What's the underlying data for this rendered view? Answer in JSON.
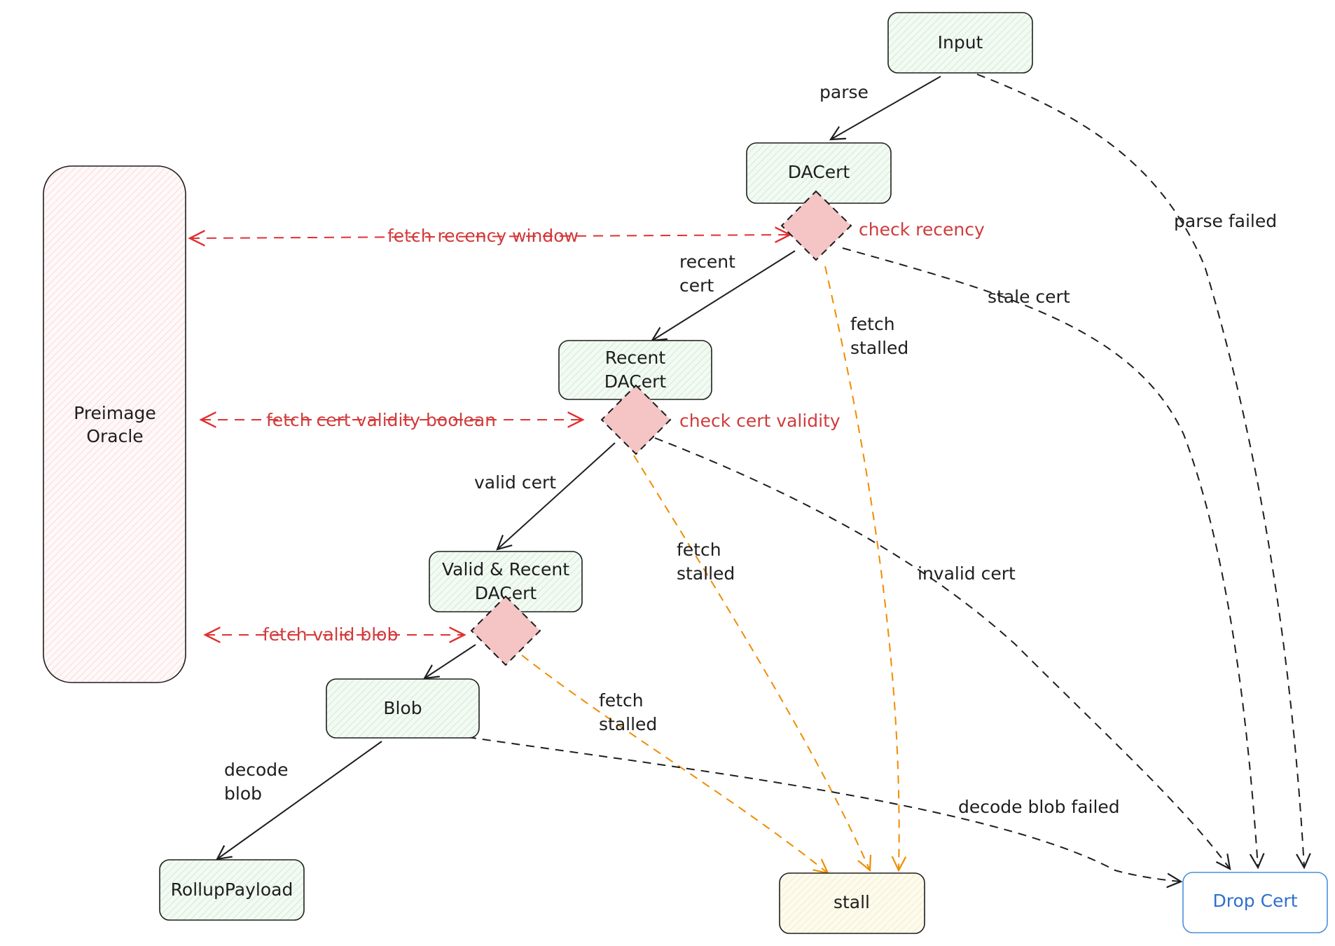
{
  "nodes": {
    "input": "Input",
    "dacert": "DACert",
    "recent_dacert": [
      "Recent",
      "DACert"
    ],
    "valid_recent_dacert": [
      "Valid & Recent",
      "DACert"
    ],
    "blob": "Blob",
    "rollup_payload": "RollupPayload",
    "stall": "stall",
    "drop_cert": "Drop Cert",
    "preimage_oracle": [
      "Preimage",
      "Oracle"
    ]
  },
  "checks": {
    "recency": "check recency",
    "cert_validity": "check cert validity"
  },
  "oracle_edges": {
    "recency_window": "fetch recency window",
    "cert_validity_boolean": "fetch cert validity boolean",
    "valid_blob": "fetch valid blob"
  },
  "edge_labels": {
    "parse": "parse",
    "parse_failed": "parse failed",
    "recent_cert": [
      "recent",
      "cert"
    ],
    "stale_cert": "stale cert",
    "fetch_stalled_1": [
      "fetch",
      "stalled"
    ],
    "valid_cert": "valid cert",
    "invalid_cert": "invalid cert",
    "fetch_stalled_2": [
      "fetch",
      "stalled"
    ],
    "fetch_stalled_3": [
      "fetch",
      "stalled"
    ],
    "decode_blob": [
      "decode",
      "blob"
    ],
    "decode_blob_failed": "decode blob failed"
  },
  "colors": {
    "success_node": "#e8f5e9",
    "stall_node": "#fdf6d8",
    "drop_node_stroke": "#4a8fdc",
    "oracle_node": "#fde7e9",
    "check_diamond": "#f5c4c4",
    "oracle_edge": "#e03131",
    "stall_edge": "#f08c00"
  }
}
